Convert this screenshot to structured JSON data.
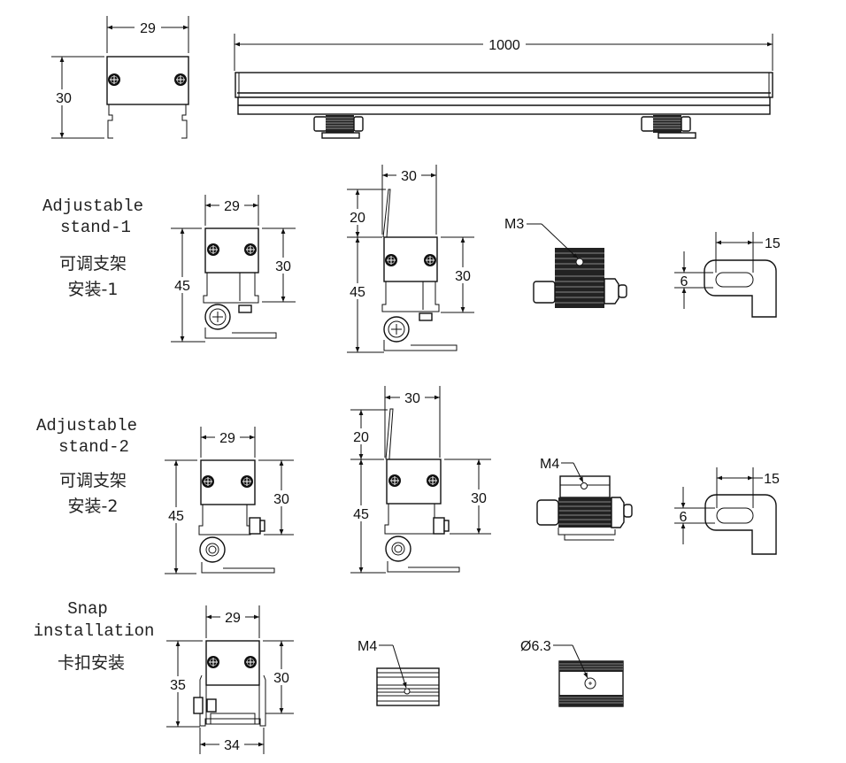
{
  "top_views": {
    "end_view": {
      "width": "29",
      "height": "30"
    },
    "side_view": {
      "length": "1000"
    }
  },
  "sections": [
    {
      "name_en_line1": "Adjustable",
      "name_en_line2": "stand-1",
      "name_cn_line1": "可调支架",
      "name_cn_line2": "安装-1",
      "front_view": {
        "width": "29",
        "height_total": "45",
        "height_body": "30"
      },
      "tilt_view": {
        "width": "30",
        "tilt": "20",
        "height_total": "45",
        "height_body": "30"
      },
      "bracket_view": {
        "screw_label": "M3"
      },
      "slot_view": {
        "slot_length": "15",
        "slot_width": "6"
      }
    },
    {
      "name_en_line1": "Adjustable",
      "name_en_line2": "stand-2",
      "name_cn_line1": "可调支架",
      "name_cn_line2": "安装-2",
      "front_view": {
        "width": "29",
        "height_total": "45",
        "height_body": "30"
      },
      "tilt_view": {
        "width": "30",
        "tilt": "20",
        "height_total": "45",
        "height_body": "30"
      },
      "bracket_view": {
        "screw_label": "M4"
      },
      "slot_view": {
        "slot_length": "15",
        "slot_width": "6"
      }
    },
    {
      "name_en_line1": "Snap",
      "name_en_line2": "installation",
      "name_cn_line1": "卡扣安装",
      "front_view": {
        "width": "29",
        "height_total": "35",
        "height_body": "30",
        "clip_width": "34"
      },
      "clip_view_1": {
        "screw_label": "M4"
      },
      "clip_view_2": {
        "hole_label": "Ø6.3"
      }
    }
  ]
}
